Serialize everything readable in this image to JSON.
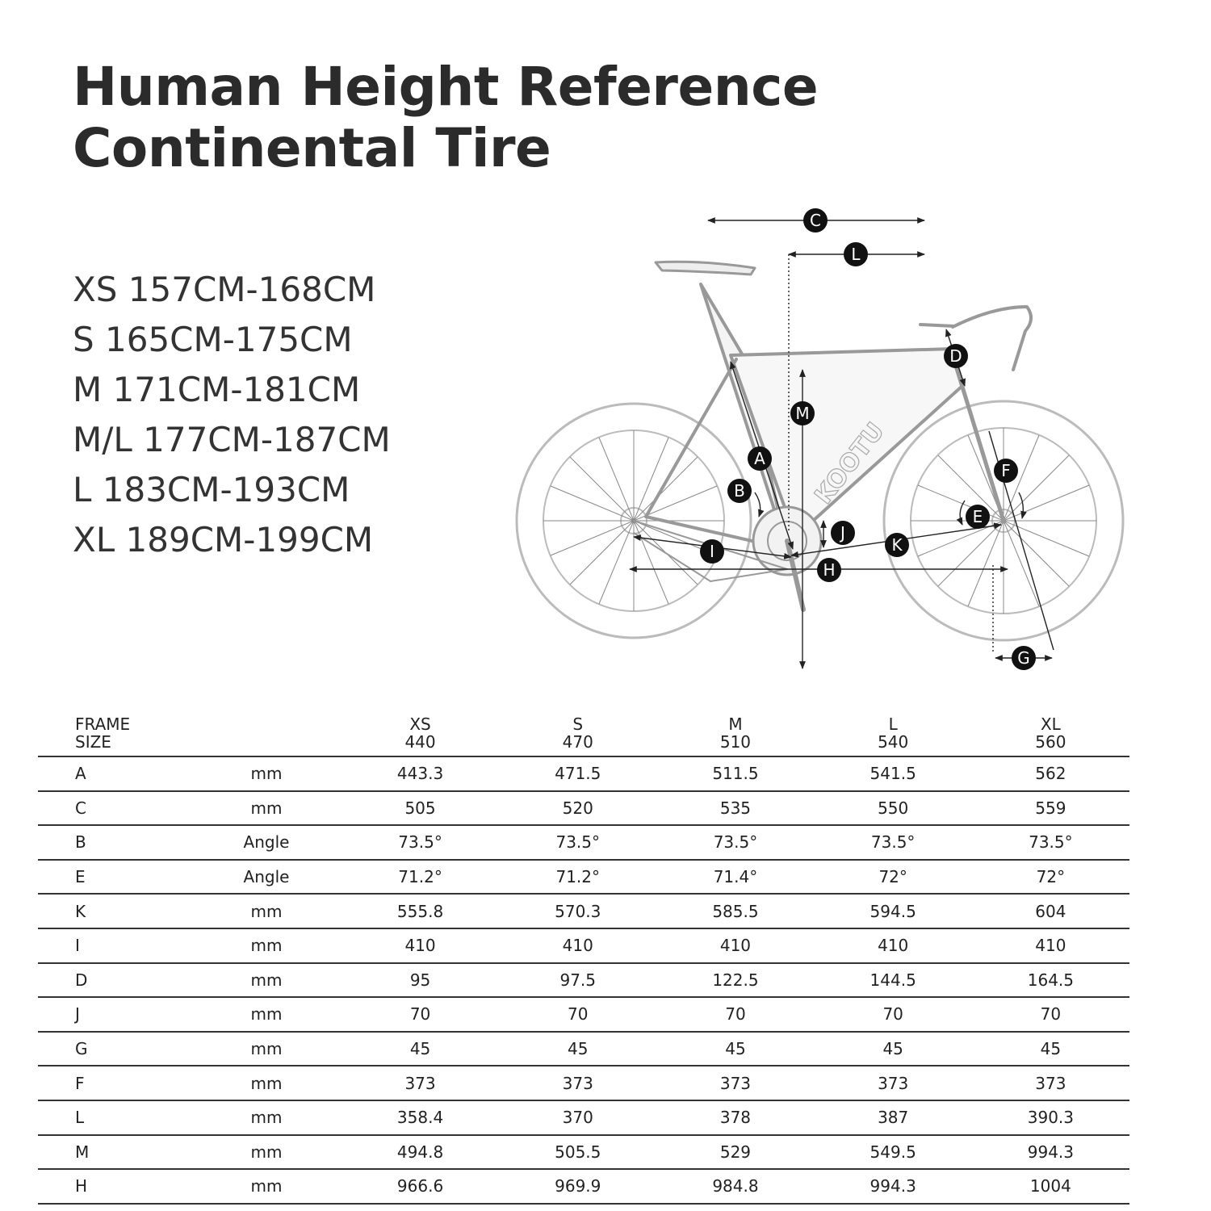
{
  "title": {
    "line1": "Human Height Reference",
    "line2": "Continental Tire"
  },
  "height_ranges": [
    "XS 157CM-168CM",
    "S 165CM-175CM",
    "M 171CM-181CM",
    "M/L 177CM-187CM",
    "L 183CM-193CM",
    "XL 189CM-199CM"
  ],
  "diagram": {
    "brand_text": "KOOTU",
    "markers": [
      "A",
      "B",
      "C",
      "D",
      "E",
      "F",
      "G",
      "H",
      "I",
      "J",
      "K",
      "L",
      "M"
    ]
  },
  "table": {
    "header": {
      "label_line1": "FRAME",
      "label_line2": "SIZE",
      "sizes": [
        {
          "name": "XS",
          "value": "440"
        },
        {
          "name": "S",
          "value": "470"
        },
        {
          "name": "M",
          "value": "510"
        },
        {
          "name": "L",
          "value": "540"
        },
        {
          "name": "XL",
          "value": "560"
        }
      ]
    },
    "rows": [
      {
        "label": "A",
        "unit": "mm",
        "values": [
          "443.3",
          "471.5",
          "511.5",
          "541.5",
          "562"
        ]
      },
      {
        "label": "C",
        "unit": "mm",
        "values": [
          "505",
          "520",
          "535",
          "550",
          "559"
        ]
      },
      {
        "label": "B",
        "unit": "Angle",
        "values": [
          "73.5°",
          "73.5°",
          "73.5°",
          "73.5°",
          "73.5°"
        ]
      },
      {
        "label": "E",
        "unit": "Angle",
        "values": [
          "71.2°",
          "71.2°",
          "71.4°",
          "72°",
          "72°"
        ]
      },
      {
        "label": "K",
        "unit": "mm",
        "values": [
          "555.8",
          "570.3",
          "585.5",
          "594.5",
          "604"
        ]
      },
      {
        "label": "I",
        "unit": "mm",
        "values": [
          "410",
          "410",
          "410",
          "410",
          "410"
        ]
      },
      {
        "label": "D",
        "unit": "mm",
        "values": [
          "95",
          "97.5",
          "122.5",
          "144.5",
          "164.5"
        ]
      },
      {
        "label": "J",
        "unit": "mm",
        "values": [
          "70",
          "70",
          "70",
          "70",
          "70"
        ]
      },
      {
        "label": "G",
        "unit": "mm",
        "values": [
          "45",
          "45",
          "45",
          "45",
          "45"
        ]
      },
      {
        "label": "F",
        "unit": "mm",
        "values": [
          "373",
          "373",
          "373",
          "373",
          "373"
        ]
      },
      {
        "label": "L",
        "unit": "mm",
        "values": [
          "358.4",
          "370",
          "378",
          "387",
          "390.3"
        ]
      },
      {
        "label": "M",
        "unit": "mm",
        "values": [
          "494.8",
          "505.5",
          "529",
          "549.5",
          "994.3"
        ]
      },
      {
        "label": "H",
        "unit": "mm",
        "values": [
          "966.6",
          "969.9",
          "984.8",
          "994.3",
          "1004"
        ]
      }
    ]
  }
}
